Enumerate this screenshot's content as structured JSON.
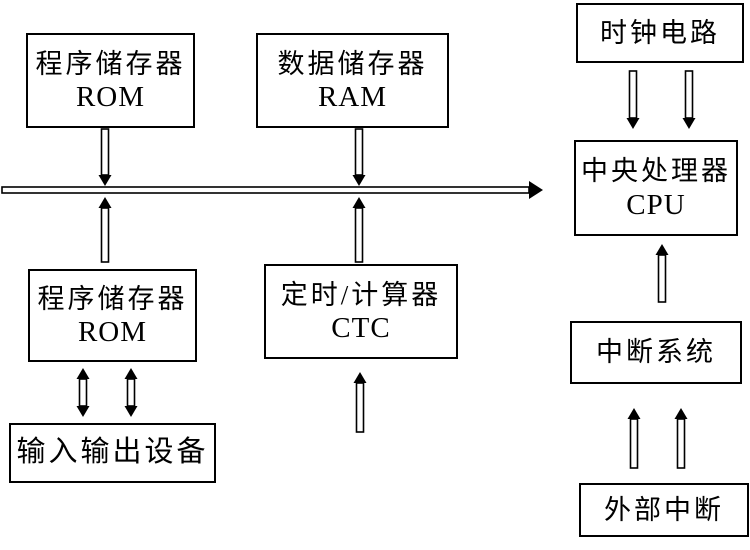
{
  "colors": {
    "background": "#ffffff",
    "line": "#000000",
    "text": "#000000"
  },
  "boxes": [
    {
      "id": "program-rom-top",
      "lines": [
        "程序储存器",
        "ROM"
      ]
    },
    {
      "id": "data-ram",
      "lines": [
        "数据储存器",
        "RAM"
      ]
    },
    {
      "id": "clock-circuit",
      "lines": [
        "时钟电路"
      ]
    },
    {
      "id": "cpu",
      "lines": [
        "中央处理器",
        "CPU"
      ]
    },
    {
      "id": "program-rom-bottom",
      "lines": [
        "程序储存器",
        "ROM"
      ]
    },
    {
      "id": "timer-ctc",
      "lines": [
        "定时/计算器",
        "CTC"
      ]
    },
    {
      "id": "interrupt-system",
      "lines": [
        "中断系统"
      ]
    },
    {
      "id": "io-devices",
      "lines": [
        "输入输出设备"
      ]
    },
    {
      "id": "external-interrupt",
      "lines": [
        "外部中断"
      ]
    }
  ]
}
